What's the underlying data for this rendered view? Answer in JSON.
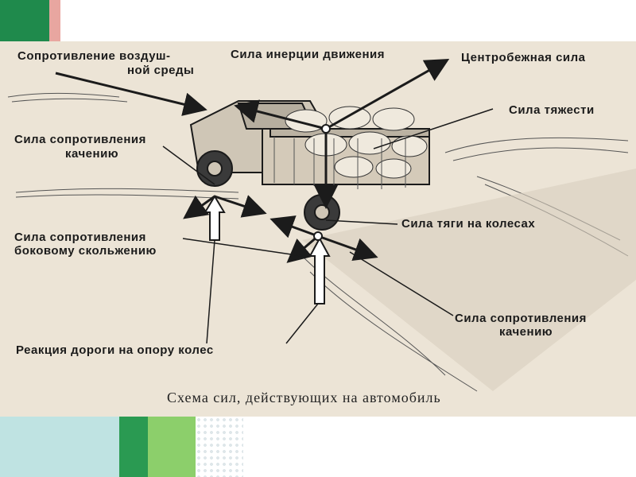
{
  "labels": {
    "air_resistance_1": "Сопротивление воздуш-",
    "air_resistance_2": "ной  среды",
    "inertia": "Сила инерции движения",
    "centrifugal": "Центробежная сила",
    "gravity": "Сила тяжести",
    "rolling_resistance_left_1": "Сила сопротивления",
    "rolling_resistance_left_2": "качению",
    "traction": "Сила тяги на колесах",
    "side_slip_1": "Сила сопротивления",
    "side_slip_2": "боковому скольжению",
    "rolling_resistance_right_1": "Сила сопротивления",
    "rolling_resistance_right_2": "качению",
    "road_reaction": "Реакция дороги на опору колес"
  },
  "caption": "Схема сил, действующих на автомобиль",
  "colors": {
    "paper": "#ece4d6",
    "ink": "#1b1b1b",
    "accent_green": "#1f8a4c",
    "accent_pink": "#e8a6a0"
  }
}
